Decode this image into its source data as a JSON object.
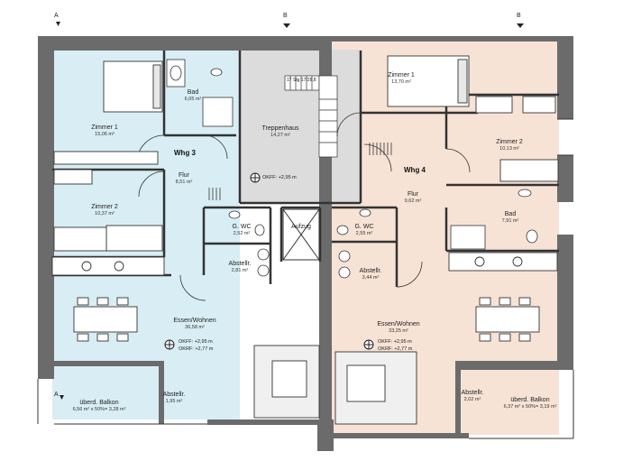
{
  "section_marks": {
    "a": "A",
    "b": "B"
  },
  "apartments": [
    {
      "id": "whg3",
      "label": "Whg 3"
    },
    {
      "id": "whg4",
      "label": "Whg 4"
    }
  ],
  "rooms": {
    "zimmer1_w3": {
      "name": "Zimmer 1",
      "area": "15,06 m²"
    },
    "bad_w3": {
      "name": "Bad",
      "area": "6,05 m²"
    },
    "zimmer2_w3": {
      "name": "Zimmer 2",
      "area": "10,37 m²"
    },
    "flur_w3": {
      "name": "Flur",
      "area": "8,51 m²"
    },
    "gwc_w3": {
      "name": "G. WC",
      "area": "2,52 m²"
    },
    "abstellr_w3": {
      "name": "Abstellr.",
      "area": "2,81 m²"
    },
    "essen_w3": {
      "name": "Essen/Wohnen",
      "area": "36,58 m²"
    },
    "balkon_w3": {
      "name": "überd. Balkon",
      "area": "6,56 m² x 50%= 3,28 m²"
    },
    "abstellr2_w3": {
      "name": "Abstellr.",
      "area": "1,95 m²"
    },
    "treppenhaus": {
      "name": "Treppenhaus",
      "area": "14,27 m²"
    },
    "aufzug": {
      "name": "Aufzug",
      "area": ""
    },
    "zimmer1_w4": {
      "name": "Zimmer 1",
      "area": "13,70 m²"
    },
    "zimmer2_w4": {
      "name": "Zimmer 2",
      "area": "10,13 m²"
    },
    "flur_w4": {
      "name": "Flur",
      "area": "9,62 m²"
    },
    "bad_w4": {
      "name": "Bad",
      "area": "7,91 m²"
    },
    "gwc_w4": {
      "name": "G. WC",
      "area": "2,55 m²"
    },
    "abstellr_w4": {
      "name": "Abstellr.",
      "area": "3,44 m²"
    },
    "essen_w4": {
      "name": "Essen/Wohnen",
      "area": "33,25 m²"
    },
    "abstellr2_w4": {
      "name": "Abstellr.",
      "area": "2,02 m²"
    },
    "balkon_w4": {
      "name": "überd. Balkon",
      "area": "6,37 m² x 50%= 3,19 m²"
    }
  },
  "levels": {
    "treppe": "OKFF: +2,95 m",
    "essen_w3_okff": "OKFF: +2,95 m",
    "essen_w3_okrf": "OKRF: +2,77 m",
    "essen_w4_okff": "OKFF: +2,95 m",
    "essen_w4_okrf": "OKRF: +2,77 m"
  },
  "stair_label": "17 Stg 17/28,8",
  "colors": {
    "wall": "#6b6b6b",
    "whg3_fill": "#d8eef4",
    "whg4_fill": "#f7e3d5",
    "stair_fill": "#dcdcdc",
    "line": "#333333"
  }
}
